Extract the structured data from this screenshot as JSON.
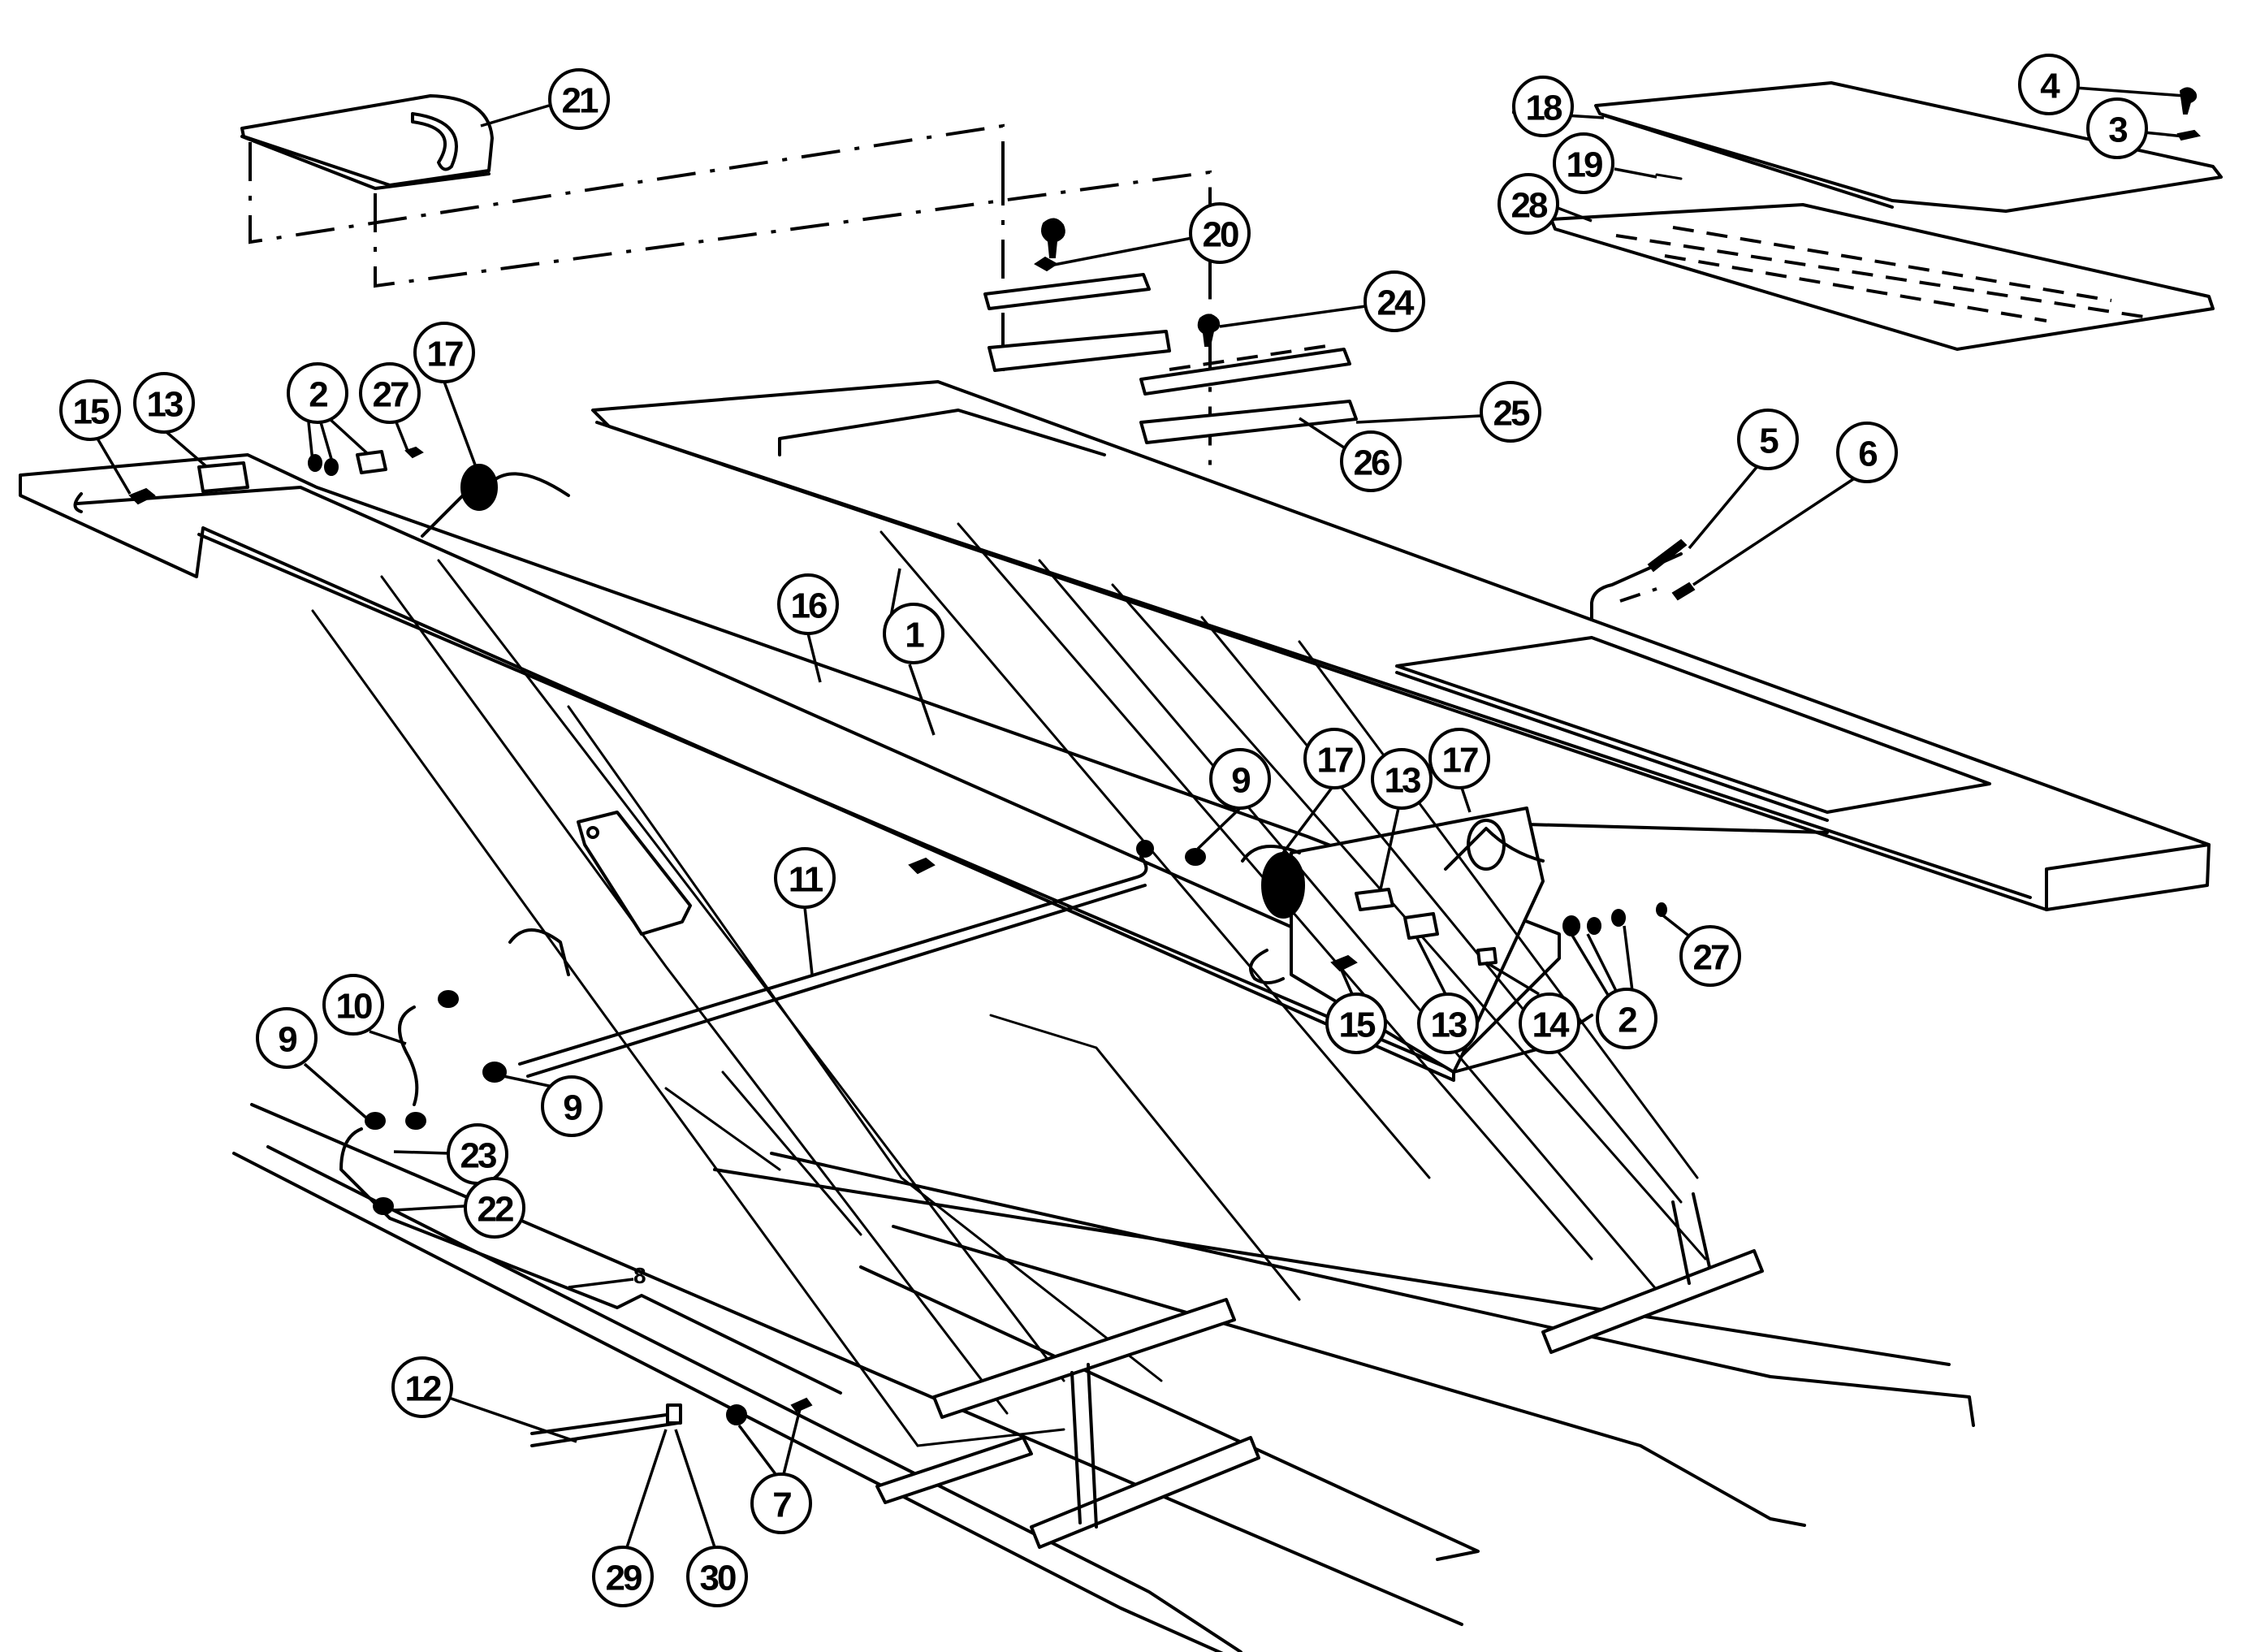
{
  "diagram": {
    "title": "Scissor lift exploded parts diagram",
    "callouts": [
      {
        "id": "c21",
        "label": "21"
      },
      {
        "id": "c20",
        "label": "20"
      },
      {
        "id": "c24",
        "label": "24"
      },
      {
        "id": "c25",
        "label": "25"
      },
      {
        "id": "c26",
        "label": "26"
      },
      {
        "id": "c18",
        "label": "18"
      },
      {
        "id": "c19",
        "label": "19"
      },
      {
        "id": "c28",
        "label": "28"
      },
      {
        "id": "c4",
        "label": "4"
      },
      {
        "id": "c3",
        "label": "3"
      },
      {
        "id": "c5",
        "label": "5"
      },
      {
        "id": "c6",
        "label": "6"
      },
      {
        "id": "c15a",
        "label": "15"
      },
      {
        "id": "c13a",
        "label": "13"
      },
      {
        "id": "c2a",
        "label": "2"
      },
      {
        "id": "c27a",
        "label": "27"
      },
      {
        "id": "c17a",
        "label": "17"
      },
      {
        "id": "c16",
        "label": "16"
      },
      {
        "id": "c1",
        "label": "1"
      },
      {
        "id": "c9a",
        "label": "9"
      },
      {
        "id": "c17b",
        "label": "17"
      },
      {
        "id": "c13b",
        "label": "13"
      },
      {
        "id": "c17c",
        "label": "17"
      },
      {
        "id": "c11",
        "label": "11"
      },
      {
        "id": "c27b",
        "label": "27"
      },
      {
        "id": "c15b",
        "label": "15"
      },
      {
        "id": "c13c",
        "label": "13"
      },
      {
        "id": "c14",
        "label": "14"
      },
      {
        "id": "c2b",
        "label": "2"
      },
      {
        "id": "c10",
        "label": "10"
      },
      {
        "id": "c9b",
        "label": "9"
      },
      {
        "id": "c9c",
        "label": "9"
      },
      {
        "id": "c23",
        "label": "23"
      },
      {
        "id": "c22",
        "label": "22"
      },
      {
        "id": "c12",
        "label": "12"
      },
      {
        "id": "c7",
        "label": "7"
      },
      {
        "id": "c29",
        "label": "29"
      },
      {
        "id": "c30",
        "label": "30"
      }
    ],
    "inline_labels": [
      {
        "id": "t8",
        "label": "8"
      }
    ]
  }
}
